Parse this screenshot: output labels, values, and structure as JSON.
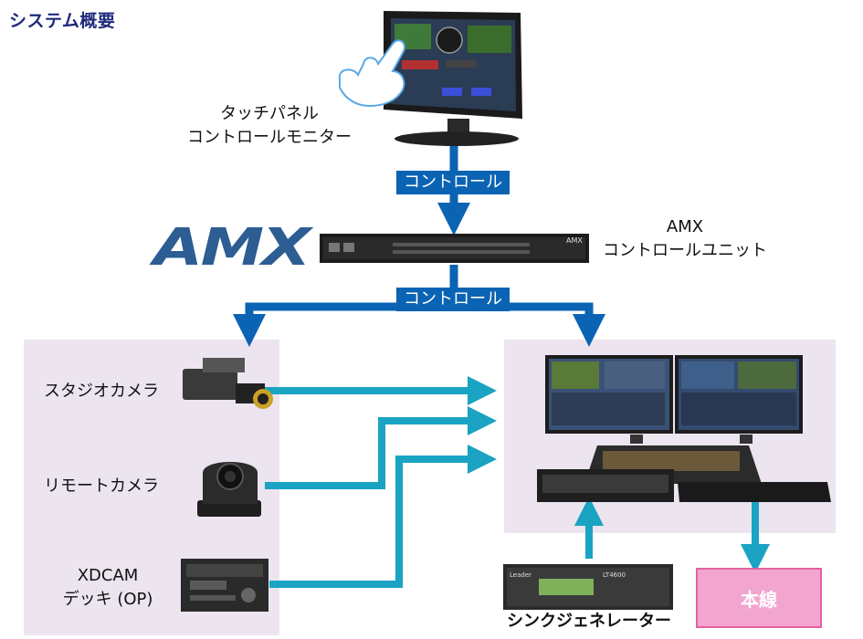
{
  "header": {
    "title": "システム概要"
  },
  "nodes": {
    "touch_monitor": {
      "line1": "タッチパネル",
      "line2": "コントロールモニター"
    },
    "amx_logo": "AMX",
    "amx_unit": {
      "line1": "AMX",
      "line2": "コントロールユニット"
    },
    "studio_camera": "スタジオカメラ",
    "remote_camera": "リモートカメラ",
    "xdcam": {
      "line1": "XDCAM",
      "line2": "デッキ (OP)"
    },
    "sync_generator": "シンクジェネレーター",
    "honsen": "本線"
  },
  "connections": {
    "control_top": "コントロール",
    "control_bottom": "コントロール"
  },
  "device_text": {
    "amx_front_brand": "AMX",
    "sync_brand": "Leader",
    "sync_model": "LT4600"
  },
  "colors": {
    "control_blue": "#0b63b4",
    "signal_cyan": "#1aa3c2",
    "panel_bg": "#ece4ef",
    "honsen_fill": "#f2a6cf",
    "honsen_border": "#e2629f",
    "title_color": "#1f2a7a",
    "logo_color": "#2c5d93"
  }
}
